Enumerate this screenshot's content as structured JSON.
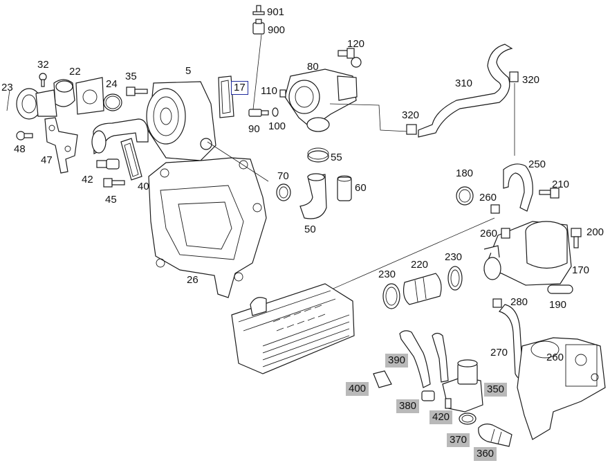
{
  "callouts": [
    {
      "id": "901",
      "style": "plain"
    },
    {
      "id": "900",
      "style": "plain"
    },
    {
      "id": "120",
      "style": "plain"
    },
    {
      "id": "32",
      "style": "plain"
    },
    {
      "id": "22",
      "style": "plain"
    },
    {
      "id": "35",
      "style": "plain"
    },
    {
      "id": "5",
      "style": "plain"
    },
    {
      "id": "80",
      "style": "plain"
    },
    {
      "id": "310",
      "style": "plain"
    },
    {
      "id": "320",
      "style": "plain"
    },
    {
      "id": "23",
      "style": "plain"
    },
    {
      "id": "24",
      "style": "plain"
    },
    {
      "id": "17",
      "style": "boxed"
    },
    {
      "id": "110",
      "style": "plain"
    },
    {
      "id": "90",
      "style": "plain"
    },
    {
      "id": "100",
      "style": "plain"
    },
    {
      "id": "320",
      "style": "plain"
    },
    {
      "id": "48",
      "style": "plain"
    },
    {
      "id": "47",
      "style": "plain"
    },
    {
      "id": "55",
      "style": "plain"
    },
    {
      "id": "250",
      "style": "plain"
    },
    {
      "id": "42",
      "style": "plain"
    },
    {
      "id": "40",
      "style": "plain"
    },
    {
      "id": "70",
      "style": "plain"
    },
    {
      "id": "60",
      "style": "plain"
    },
    {
      "id": "180",
      "style": "plain"
    },
    {
      "id": "210",
      "style": "plain"
    },
    {
      "id": "45",
      "style": "plain"
    },
    {
      "id": "260",
      "style": "plain"
    },
    {
      "id": "50",
      "style": "plain"
    },
    {
      "id": "260",
      "style": "plain"
    },
    {
      "id": "200",
      "style": "plain"
    },
    {
      "id": "230",
      "style": "plain"
    },
    {
      "id": "220",
      "style": "plain"
    },
    {
      "id": "230",
      "style": "plain"
    },
    {
      "id": "170",
      "style": "plain"
    },
    {
      "id": "26",
      "style": "plain"
    },
    {
      "id": "280",
      "style": "plain"
    },
    {
      "id": "190",
      "style": "plain"
    },
    {
      "id": "270",
      "style": "plain"
    },
    {
      "id": "390",
      "style": "shaded"
    },
    {
      "id": "260",
      "style": "plain"
    },
    {
      "id": "400",
      "style": "shaded"
    },
    {
      "id": "350",
      "style": "shaded"
    },
    {
      "id": "380",
      "style": "shaded"
    },
    {
      "id": "420",
      "style": "shaded"
    },
    {
      "id": "370",
      "style": "shaded"
    },
    {
      "id": "360",
      "style": "shaded"
    }
  ],
  "colors": {
    "shaded_label_bg": "#b9b9b9",
    "selected_box_border": "#1f2a9c",
    "line": "#1a1a1a",
    "background": "#ffffff"
  }
}
